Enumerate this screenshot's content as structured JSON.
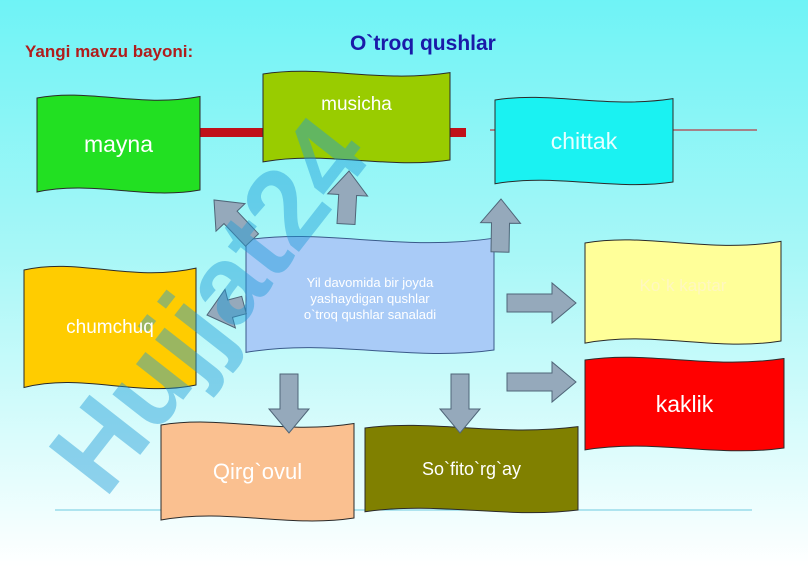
{
  "header": {
    "subtitle": "Yangi mavzu bayoni:",
    "title": "O`troq qushlar"
  },
  "center": {
    "text": "Yil davomida bir  joyda\n yashaydigan qushlar\n o`troq qushlar sanaladi",
    "fill": "#a9cbf7"
  },
  "birds": [
    {
      "id": "mayna",
      "label": "mayna",
      "fill": "#22e022"
    },
    {
      "id": "musicha",
      "label": "musicha",
      "fill": "#99cc00"
    },
    {
      "id": "chittak",
      "label": "chittak",
      "fill": "#1af2f2"
    },
    {
      "id": "chumchuq",
      "label": "chumchuq",
      "fill": "#ffcc00"
    },
    {
      "id": "kokkaptar",
      "label": "Ko`k kaptar",
      "fill": "#ffff99"
    },
    {
      "id": "kaklik",
      "label": "kaklik",
      "fill": "#ff0000"
    },
    {
      "id": "qirgovul",
      "label": "Qirg`ovul",
      "fill": "#fac090"
    },
    {
      "id": "sofitorgay",
      "label": "So`fito`rg`ay",
      "fill": "#808000"
    }
  ],
  "colors": {
    "arrow_fill": "#95a9bb",
    "arrow_stroke": "#4f6578",
    "connector": "#c0101a",
    "watermark": "#1f9bd6"
  },
  "watermark": {
    "text": "Hujjat24"
  }
}
